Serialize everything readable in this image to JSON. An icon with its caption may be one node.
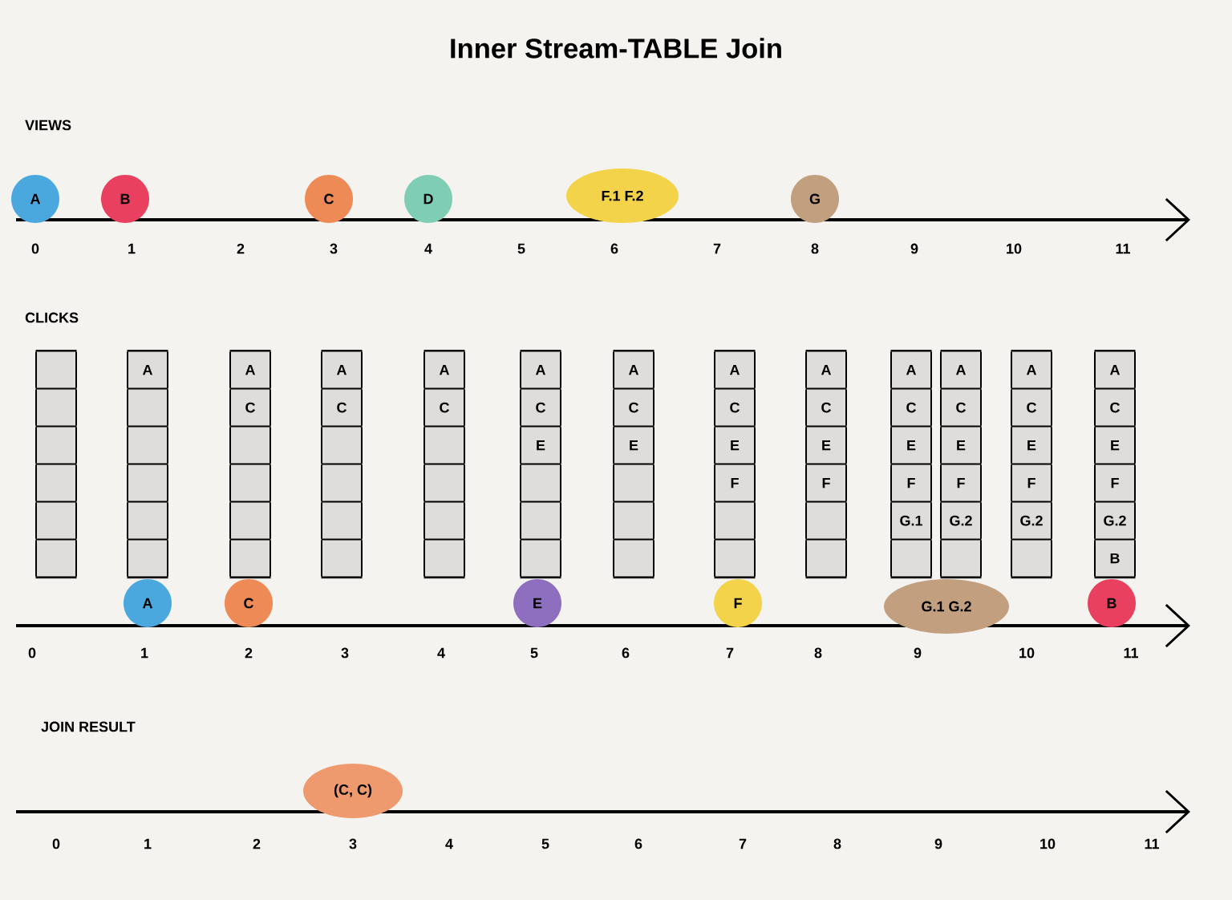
{
  "diagram": {
    "title": "Inner Stream-TABLE Join",
    "nodes": [
      {
        "text": [
          "A"
        ]
      },
      {
        "text": [
          "B"
        ]
      },
      {
        "text": [
          "C"
        ]
      },
      {
        "text": [
          "D"
        ]
      },
      {
        "text": [
          "F.1",
          "F.2"
        ]
      },
      {
        "text": [
          "G"
        ]
      },
      {
        "text": [],
        "shape": "bar"
      },
      {
        "text": [
          "A"
        ]
      },
      {
        "text": [
          "A",
          "C"
        ]
      },
      {
        "text": [
          "A",
          "C"
        ]
      },
      {
        "text": [
          "A",
          "C"
        ]
      },
      {
        "text": [
          "A",
          "C",
          "E"
        ]
      },
      {
        "text": [
          "A",
          "C",
          "E"
        ]
      },
      {
        "text": [
          "A",
          "C",
          "E",
          "F"
        ]
      },
      {
        "text": [
          "A",
          "C",
          "E",
          "F"
        ]
      },
      {
        "text": [
          "A",
          "C",
          "E",
          "F",
          "G.1"
        ]
      },
      {
        "text": [
          "A",
          "C",
          "E",
          "F",
          "G.2"
        ]
      },
      {
        "text": [
          "A",
          "C",
          "E",
          "F",
          "G.2"
        ]
      },
      {
        "text": [
          "A",
          "C",
          "E",
          "F",
          "G.2",
          "B"
        ]
      },
      {
        "text": [
          "A"
        ]
      },
      {
        "text": [
          "C"
        ]
      },
      {
        "text": [
          "E"
        ]
      },
      {
        "text": [
          "F"
        ]
      },
      {
        "text": [
          "G.1",
          "G.2"
        ]
      },
      {
        "text": [
          "B"
        ]
      },
      {
        "text": [
          "(C, C)"
        ]
      }
    ],
    "labels": [
      "VIEWS",
      "0",
      "1",
      "2",
      "3",
      "4",
      "5",
      "6",
      "7",
      "8",
      "9",
      "10",
      "11",
      "CLICKS",
      "0",
      "1",
      "2",
      "3",
      "4",
      "5",
      "6",
      "7",
      "8",
      "9",
      "10",
      "11",
      "JOIN RESULT",
      "0",
      "1",
      "2",
      "3",
      "4",
      "5",
      "6",
      "7",
      "8",
      "9",
      "10",
      "11"
    ]
  }
}
